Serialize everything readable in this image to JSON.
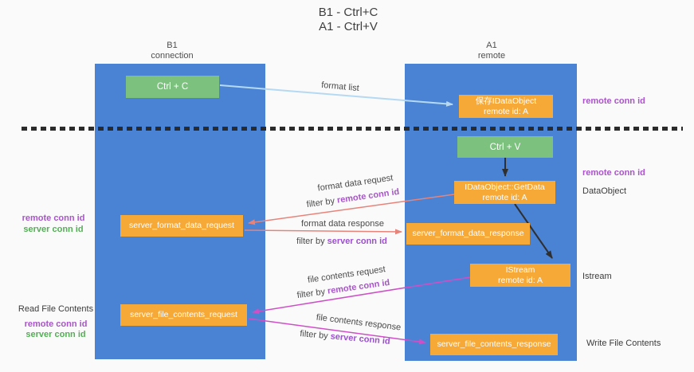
{
  "title": {
    "line1": "B1 - Ctrl+C",
    "line2": "A1 - Ctrl+V"
  },
  "columns": {
    "left": {
      "name": "B1",
      "role": "connection"
    },
    "right": {
      "name": "A1",
      "role": "remote"
    }
  },
  "boxes": {
    "ctrl_c": "Ctrl + C",
    "ctrl_v": "Ctrl + V",
    "save_idataobject": {
      "line1": "保存IDataObject",
      "line2": "remote id: A"
    },
    "idataobject_getdata": {
      "line1": "IDataObject::GetData",
      "line2": "remote id: A"
    },
    "istream": {
      "line1": "IStream",
      "line2": "remote id: A"
    },
    "server_format_data_request": "server_format_data_request",
    "server_format_data_response": "server_format_data_response",
    "server_file_contents_request": "server_file_contents_request",
    "server_file_contents_response": "server_file_contents_response"
  },
  "arrow_labels": {
    "format_list": "format list",
    "format_data_request": "format data request",
    "format_data_response": "format data response",
    "file_contents_request": "file contents request",
    "file_contents_response": "file contents response",
    "filter_prefix": "filter by ",
    "remote_conn_id": "remote conn id",
    "server_conn_id": "server conn id"
  },
  "side_labels": {
    "left_format": {
      "remote": "remote conn id",
      "server": "server conn id"
    },
    "left_file": {
      "title": "Read File Contents",
      "remote": "remote conn id",
      "server": "server conn id"
    },
    "right": {
      "remote_1": "remote conn id",
      "remote_2": "remote conn id",
      "dataobject": "DataObject",
      "istream": "Istream",
      "write": "Write File Contents"
    }
  },
  "colors": {
    "column_blue": "#4a83d4",
    "box_green": "#7cc27e",
    "box_orange": "#f7a937",
    "purple_text": "#a855c8",
    "green_text": "#55ae57",
    "arrow_salmon": "#e8837a",
    "arrow_magenta": "#cf4fc7",
    "arrow_lightblue": "#b5d9f2",
    "arrow_black": "#2f2f2f"
  }
}
